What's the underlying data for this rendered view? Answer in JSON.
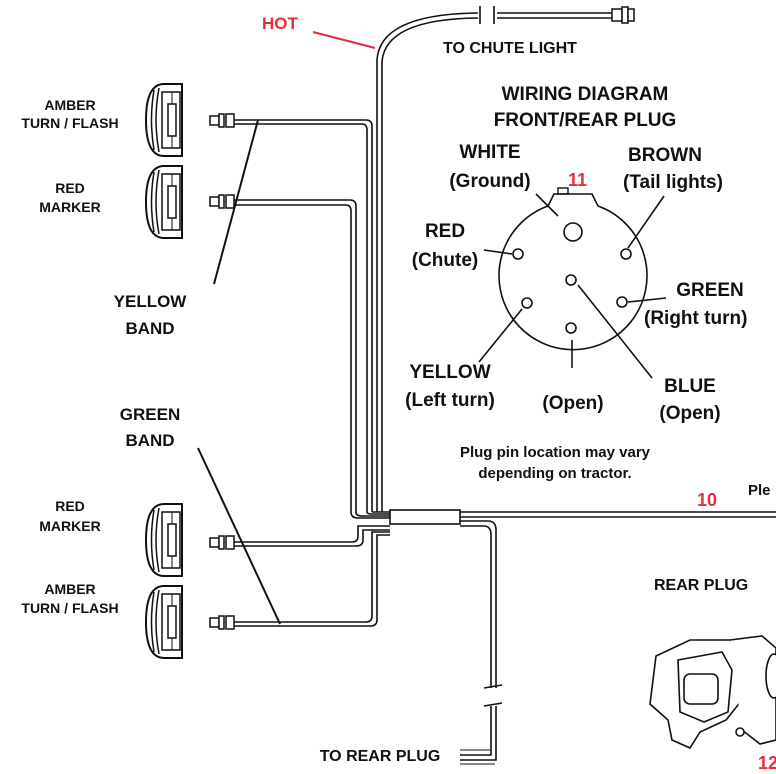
{
  "labels": {
    "hot": "HOT",
    "to_chute_light": "TO CHUTE LIGHT",
    "title_1": "WIRING DIAGRAM",
    "title_2": "FRONT/REAR PLUG",
    "white": "WHITE",
    "ground": "(Ground)",
    "num_11": "11",
    "brown": "BROWN",
    "tail_lights": "(Tail lights)",
    "red": "RED",
    "chute": "(Chute)",
    "green": "GREEN",
    "right_turn": "(Right turn)",
    "yellow": "YELLOW",
    "left_turn": "(Left turn)",
    "open_1": "(Open)",
    "blue": "BLUE",
    "open_2": "(Open)",
    "note_1": "Plug pin location may vary",
    "note_2": "depending on tractor.",
    "num_10": "10",
    "ple": "Ple",
    "rear_plug": "REAR PLUG",
    "num_12": "12",
    "to_rear_plug": "TO REAR PLUG",
    "amber_1": "AMBER",
    "turn_flash_1": "TURN / FLASH",
    "red_1": "RED",
    "marker_1": "MARKER",
    "yellow_band_1": "YELLOW",
    "yellow_band_2": "BAND",
    "green_band_1": "GREEN",
    "green_band_2": "BAND",
    "red_2": "RED",
    "marker_2": "MARKER",
    "amber_2": "AMBER",
    "turn_flash_2": "TURN / FLASH"
  },
  "colors": {
    "accent_red": "#e1303a",
    "line": "#111111"
  }
}
